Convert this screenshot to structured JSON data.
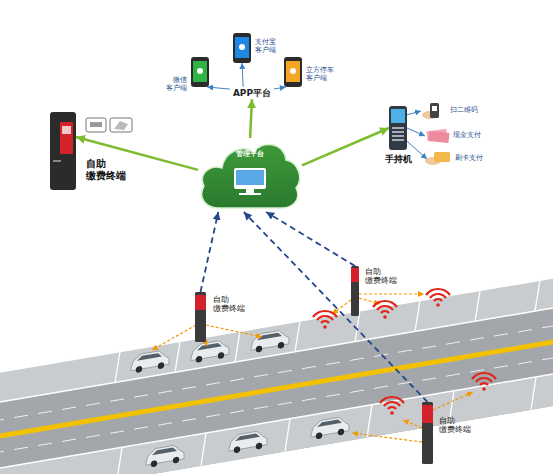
{
  "diagram": {
    "nodes": [
      {
        "text": [
          "支付宝 客户端"
        ]
      },
      {
        "text": [
          "微信 客户端"
        ]
      },
      {
        "text": [
          "立方停车 客户端"
        ]
      },
      {
        "text": [
          "APP平台"
        ]
      },
      {
        "text": [
          "扫二维码"
        ]
      },
      {
        "text": [
          "自助 缴费终端"
        ]
      },
      {
        "text": [
          "手持机"
        ]
      },
      {
        "text": [
          "现金支付"
        ]
      },
      {
        "text": [
          "刷卡支付"
        ]
      },
      {
        "text": [
          "管理平台"
        ]
      },
      {
        "text": [
          "自助 缴费终端"
        ]
      },
      {
        "text": [
          "自助 缴费终端"
        ]
      },
      {
        "text": [
          "自助 缴费终端"
        ]
      }
    ],
    "edges": [
      {
        "from": 3,
        "to": 0,
        "arrow": "to"
      },
      {
        "from": 3,
        "to": 1,
        "arrow": "to"
      },
      {
        "from": 3,
        "to": 2,
        "arrow": "to"
      },
      {
        "from": 9,
        "to": 3,
        "arrow": "to"
      },
      {
        "from": 9,
        "to": 5,
        "arrow": "to"
      },
      {
        "from": 9,
        "to": 6,
        "arrow": "to"
      },
      {
        "from": 6,
        "to": 4,
        "arrow": "to"
      },
      {
        "from": 6,
        "to": 7,
        "arrow": "to"
      },
      {
        "from": 6,
        "to": 8,
        "arrow": "to"
      },
      {
        "from": 11,
        "to": 9,
        "arrow": "to"
      },
      {
        "from": 10,
        "to": 9,
        "arrow": "to"
      },
      {
        "from": 12,
        "to": 9,
        "arrow": "to"
      }
    ]
  }
}
